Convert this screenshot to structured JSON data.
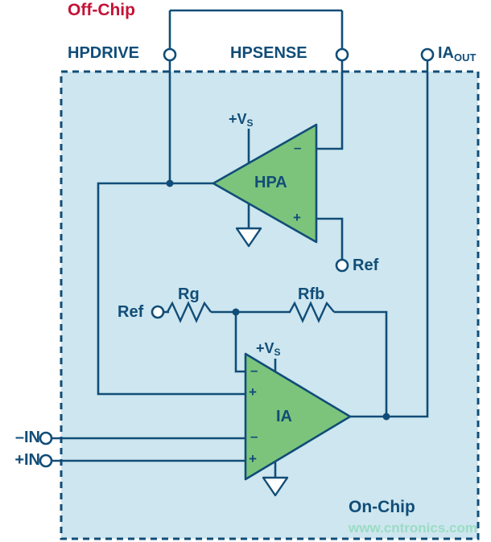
{
  "diagram": {
    "off_chip_label": "Off-Chip",
    "on_chip_label": "On-Chip",
    "watermark": "www.cntronics.com"
  },
  "terminals": {
    "hpdrive": "HPDRIVE",
    "hpsense": "HPSENSE",
    "ia_out": {
      "main": "IA",
      "sub": "OUT"
    },
    "ref_hpa": "Ref",
    "ref_ia": "Ref",
    "neg_in": "–IN",
    "pos_in": "+IN"
  },
  "components": {
    "hpa": {
      "name": "HPA",
      "supply_main": "+V",
      "supply_sub": "S",
      "inverting_mark": "–",
      "noninverting_mark": "+"
    },
    "ia": {
      "name": "IA",
      "supply_main": "+V",
      "supply_sub": "S",
      "inverting_mark": "–",
      "noninverting_mark": "+"
    },
    "rg": "Rg",
    "rfb": "Rfb"
  },
  "colors": {
    "navy": "#114d78",
    "chip_fill": "#cde6ef",
    "opamp_green": "#7cc47b",
    "off_chip_red": "#c41236",
    "watermark_green": "#9bdcc4"
  }
}
